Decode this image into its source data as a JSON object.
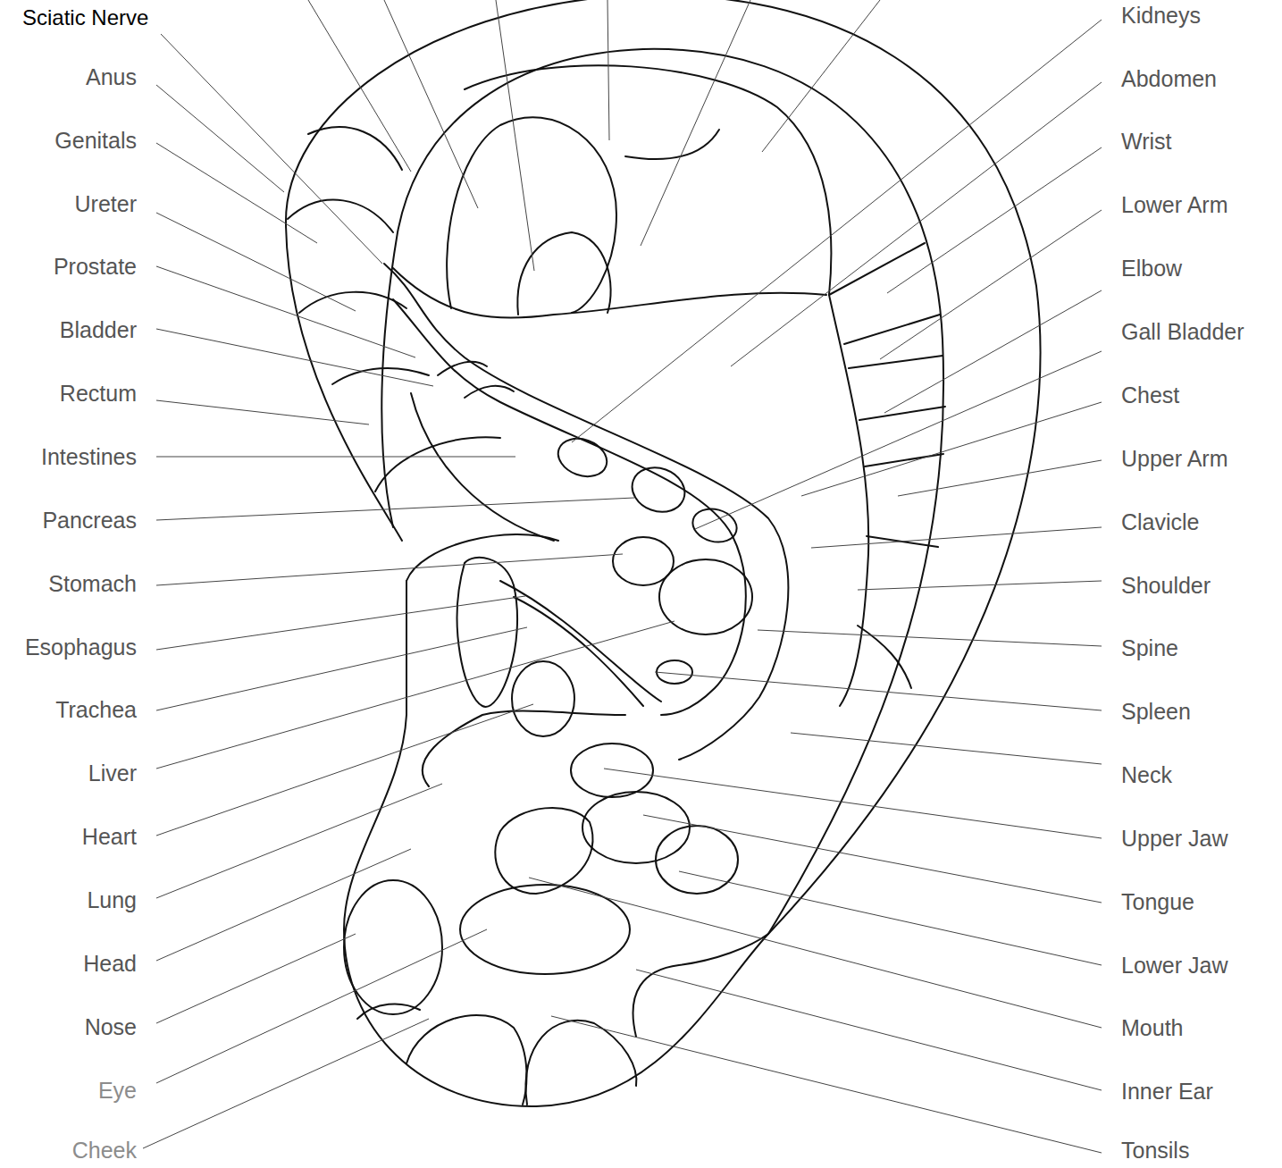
{
  "diagram": {
    "labels": [
      "Sciatic Nerve",
      "Anus",
      "Genitals",
      "Ureter",
      "Prostate",
      "Bladder",
      "Rectum",
      "Intestines",
      "Pancreas",
      "Stomach",
      "Esophagus",
      "Trachea",
      "Liver",
      "Heart",
      "Lung",
      "Head",
      "Nose",
      "Eye",
      "Cheek",
      "Kidneys",
      "Abdomen",
      "Wrist",
      "Lower Arm",
      "Elbow",
      "Gall Bladder",
      "Chest",
      "Upper Arm",
      "Clavicle",
      "Shoulder",
      "Spine",
      "Spleen",
      "Neck",
      "Upper Jaw",
      "Tongue",
      "Lower Jaw",
      "Mouth",
      "Inner Ear",
      "Tonsils"
    ]
  }
}
